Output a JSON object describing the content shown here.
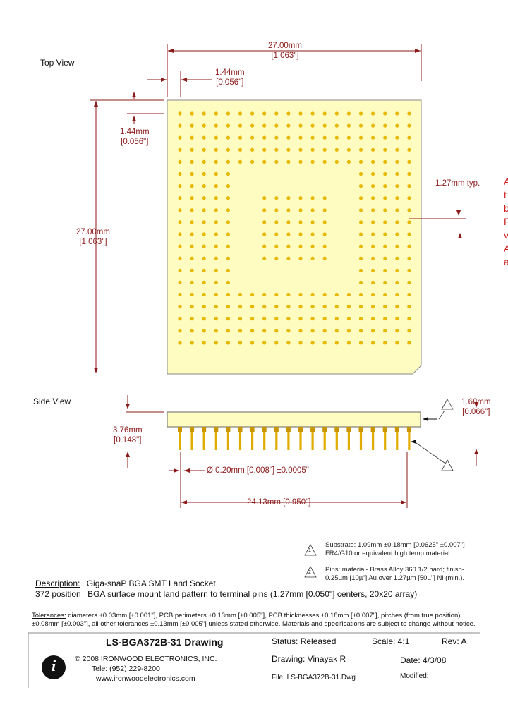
{
  "views": {
    "top": "Top View",
    "side": "Side View"
  },
  "dimensions": {
    "width_mm": "27.00mm",
    "width_in": "[1.063\"]",
    "edge_x_mm": "1.44mm",
    "edge_x_in": "[0.056\"]",
    "edge_y_mm": "1.44mm",
    "edge_y_in": "[0.056\"]",
    "height_mm": "27.00mm",
    "height_in": "[1.063\"]",
    "pitch": "1.27mm typ.",
    "thickness_mm": "1.68mm",
    "thickness_in": "[0.066\"]",
    "side_mm": "3.76mm",
    "side_in": "[0.148\"]",
    "pin_dia": "Ø 0.20mm  [0.008\"] ±0.0005\"",
    "span": "24.13mm  [0.950\"]"
  },
  "right_margin_letters": [
    "A",
    "t",
    "b",
    "F",
    "v",
    "A",
    "a"
  ],
  "notes": {
    "note1_marker": "1",
    "note1_line1": "Substrate: 1.09mm ±0.18mm [0.0625\" ±0.007\"]",
    "note1_line2": "FR4/G10 or equivalent high temp material.",
    "note2_marker": "2",
    "note2_line1": "Pins: material- Brass Alloy 360 1/2 hard; finish-",
    "note2_line2": "0.25µm [10µ\"] Au over 1.27µm [50µ\"] Ni (min.)."
  },
  "description": {
    "label": "Description:",
    "text": "Giga-snaP BGA SMT Land Socket",
    "line2_prefix": "372 position",
    "line2_text": "BGA surface mount land pattern to terminal pins (1.27mm [0.050\"] centers, 20x20 array)"
  },
  "tolerances": {
    "label": "Tolerances:",
    "line1": "diameters ±0.03mm [±0.001\"], PCB perimeters ±0.13mm [±0.005\"], PCB thicknesses ±0.18mm [±0.007\"], pitches (from true position)",
    "line2": "±0.08mm [±0.003\"], all other tolerances ±0.13mm [±0.005\"] unless stated otherwise.  Materials and specifications are subject to change without notice."
  },
  "title_block": {
    "title": "LS-BGA372B-31 Drawing",
    "status": "Status: Released",
    "scale": "Scale: 4:1",
    "rev": "Rev: A",
    "copyright": "© 2008 IRONWOOD ELECTRONICS, INC.",
    "tele": "Tele: (952) 229-8200",
    "web": "www.ironwoodelectronics.com",
    "drawing_by": "Drawing: Vinayak R",
    "date": "Date: 4/3/08",
    "file": "File: LS-BGA372B-31.Dwg",
    "modified": "Modified:",
    "logo_letter": "i"
  },
  "colors": {
    "board": "#fffcc2",
    "pad": "#e6b800",
    "pin": "#e0ac00",
    "dim_line": "#8b1a1a",
    "dim_text": "#8b1a1a",
    "margin_red": "#cc1f1f"
  },
  "grid": {
    "rows": 20,
    "cols": 20,
    "center_void": [
      5,
      14
    ]
  }
}
